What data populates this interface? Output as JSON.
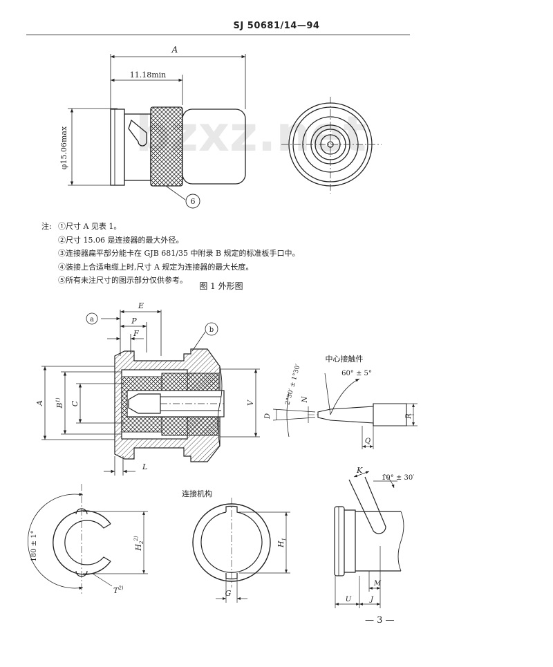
{
  "header": {
    "standard_no": "SJ 50681/14—94"
  },
  "figure1": {
    "dim_a": "A",
    "dim_min": "11.18min",
    "dim_dia": "φ15.06max",
    "callout": "6",
    "watermark": "bzxz.net"
  },
  "notes": {
    "lead": "注:",
    "items": [
      "①尺寸 A 见表 1。",
      "②尺寸 15.06 是连接器的最大外径。",
      "③连接器扁平部分能卡在 GJB 681/35 中附录 B 规定的标准板手口中。",
      "④装接上合适电缆上时,尺寸 A 规定为连接器的最大长度。",
      "⑤所有未注尺寸的图示部分仅供参考。"
    ]
  },
  "figure_title": "图 1   外形图",
  "section": {
    "labels": {
      "a": "a",
      "b": "b",
      "E": "E",
      "P": "P",
      "F": "F",
      "A": "A",
      "B": "B",
      "B_sup": "1)",
      "C": "C",
      "V": "V",
      "L": "L"
    }
  },
  "contact": {
    "title": "中心接触件",
    "angle1": "60° ± 5°",
    "angle2": "2°30′ ± 1°30′",
    "labels": {
      "D": "D",
      "N": "N",
      "Q": "Q",
      "R": "R"
    }
  },
  "mechanism": {
    "title": "连接机构",
    "angle": "180 ± 1°",
    "labels": {
      "H2": "H",
      "H2_sub": "2",
      "H2_sup": "2)",
      "T": "T",
      "T_sup": "2)",
      "G": "G",
      "H1": "H",
      "H1_sub": "1",
      "K": "K",
      "angle_k": "10° ± 30′",
      "M": "M",
      "U": "U",
      "J": "J"
    }
  },
  "footer": {
    "page": "— 3 —"
  }
}
